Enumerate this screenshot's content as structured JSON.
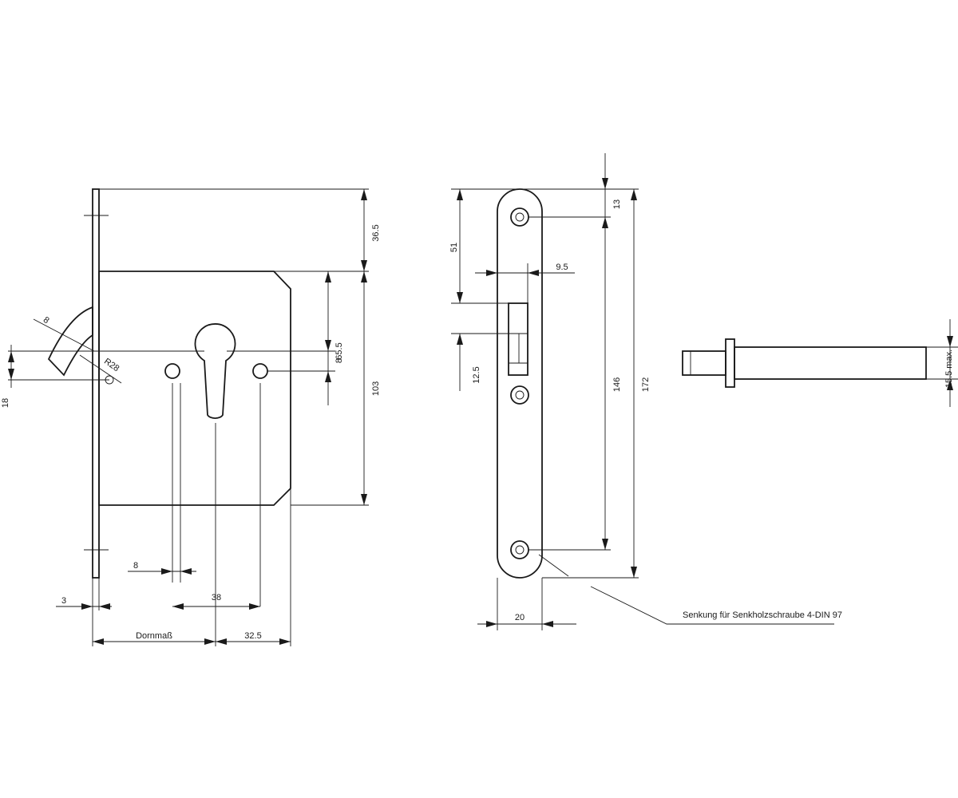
{
  "dimensions": {
    "d36_5": "36.5",
    "d65_5": "65.5",
    "d103": "103",
    "d8_vert": "8",
    "d18": "18",
    "d8_horiz": "8",
    "d3": "3",
    "d38": "38",
    "d_dornmass": "Dornmaß",
    "d32_5": "32.5",
    "d_radius": "R28",
    "d_angle_8": "8",
    "d51": "51",
    "d9_5": "9.5",
    "d12_5": "12.5",
    "d13": "13",
    "d146": "146",
    "d172": "172",
    "d20": "20",
    "d15_5max": "15.5 max."
  },
  "notes": {
    "countersink": "Senkung für Senkholzschraube 4-DIN 97"
  }
}
